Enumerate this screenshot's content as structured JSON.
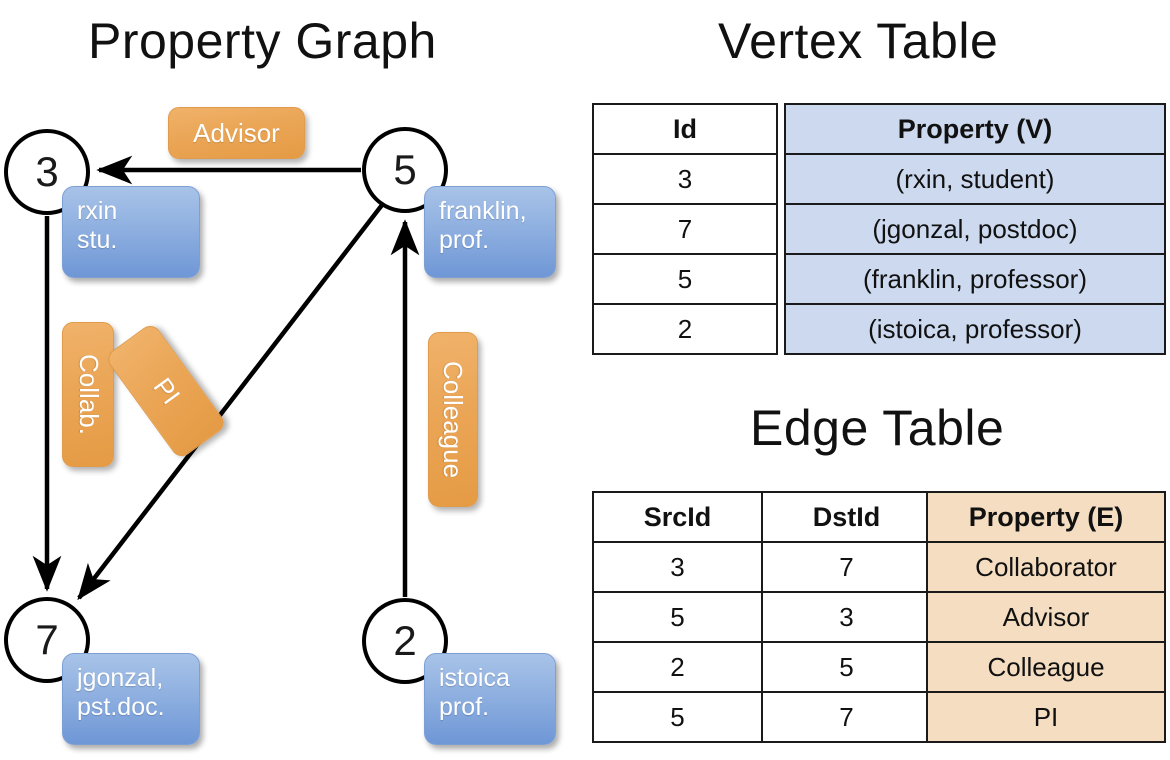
{
  "titles": {
    "property_graph": "Property Graph",
    "vertex_table": "Vertex Table",
    "edge_table": "Edge Table"
  },
  "graph": {
    "nodes": [
      {
        "id": "3",
        "property": "rxin\nstu.",
        "prop_line1": "rxin",
        "prop_line2": "stu."
      },
      {
        "id": "5",
        "property": "franklin, prof.",
        "prop_line1": "franklin,",
        "prop_line2": "prof."
      },
      {
        "id": "7",
        "property": "jgonzal, pst.doc.",
        "prop_line1": "jgonzal,",
        "prop_line2": "pst.doc."
      },
      {
        "id": "2",
        "property": "istoica prof.",
        "prop_line1": "istoica",
        "prop_line2": "prof."
      }
    ],
    "edges": [
      {
        "label": "Advisor",
        "src": "5",
        "dst": "3"
      },
      {
        "label": "Collab.",
        "src": "3",
        "dst": "7"
      },
      {
        "label": "PI",
        "src": "5",
        "dst": "7"
      },
      {
        "label": "Colleague",
        "src": "2",
        "dst": "5"
      }
    ],
    "colors": {
      "vertex_box": "#8fb0e0",
      "edge_box": "#eaa555",
      "node_stroke": "#000000"
    }
  },
  "vertex_table": {
    "headers": [
      "Id",
      "Property (V)"
    ],
    "rows": [
      {
        "id": "3",
        "property": "(rxin, student)"
      },
      {
        "id": "7",
        "property": "(jgonzal, postdoc)"
      },
      {
        "id": "5",
        "property": "(franklin, professor)"
      },
      {
        "id": "2",
        "property": "(istoica, professor)"
      }
    ],
    "accent": "#ccd9ee"
  },
  "edge_table": {
    "headers": [
      "SrcId",
      "DstId",
      "Property (E)"
    ],
    "rows": [
      {
        "src": "3",
        "dst": "7",
        "property": "Collaborator"
      },
      {
        "src": "5",
        "dst": "3",
        "property": "Advisor"
      },
      {
        "src": "2",
        "dst": "5",
        "property": "Colleague"
      },
      {
        "src": "5",
        "dst": "7",
        "property": "PI"
      }
    ],
    "accent": "#f5ddc2"
  }
}
